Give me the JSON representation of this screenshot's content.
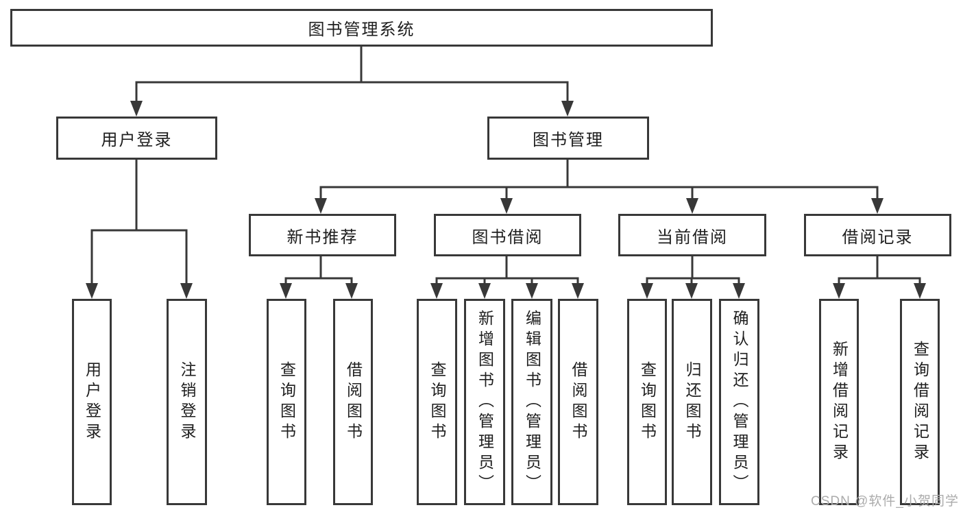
{
  "diagram": {
    "root": {
      "label": "图书管理系统"
    },
    "login": {
      "label": "用户登录",
      "children": [
        {
          "label": "用户登录"
        },
        {
          "label": "注销登录"
        }
      ]
    },
    "manage": {
      "label": "图书管理",
      "sections": [
        {
          "label": "新书推荐",
          "children": [
            {
              "label": "查询图书"
            },
            {
              "label": "借阅图书"
            }
          ]
        },
        {
          "label": "图书借阅",
          "children": [
            {
              "label": "查询图书"
            },
            {
              "label": "新增图书（管理员）"
            },
            {
              "label": "编辑图书（管理员）"
            },
            {
              "label": "借阅图书"
            }
          ]
        },
        {
          "label": "当前借阅",
          "children": [
            {
              "label": "查询图书"
            },
            {
              "label": "归还图书"
            },
            {
              "label": "确认归还（管理员）"
            }
          ]
        },
        {
          "label": "借阅记录",
          "children": [
            {
              "label": "新增借阅记录"
            },
            {
              "label": "查询借阅记录"
            }
          ]
        }
      ]
    }
  },
  "watermark": {
    "text": "CSDN @软件_小贺同学"
  },
  "colors": {
    "line": "#383838",
    "text": "#1e1e1e",
    "watermark": "#ababab",
    "background": "#ffffff"
  }
}
